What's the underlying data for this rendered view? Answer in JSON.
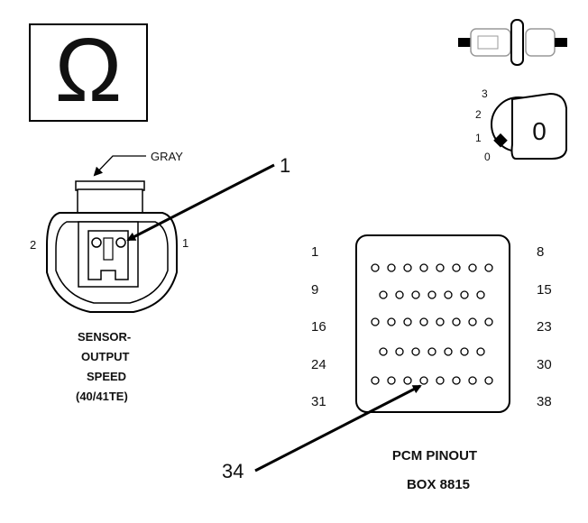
{
  "meter": {
    "symbol": "Ω"
  },
  "key_switch": {
    "positions": [
      "3",
      "2",
      "1",
      "0"
    ],
    "key_label": "0"
  },
  "sensor": {
    "wire_color": "GRAY",
    "pin_left": "2",
    "pin_right": "1",
    "title_lines": [
      "SENSOR-",
      "OUTPUT",
      "SPEED",
      "(40/41TE)"
    ]
  },
  "callouts": {
    "sensor_pin": "1",
    "pcm_pin": "34"
  },
  "pcm": {
    "row_start_labels": [
      "1",
      "9",
      "16",
      "24",
      "31"
    ],
    "row_end_labels": [
      "8",
      "15",
      "23",
      "30",
      "38"
    ],
    "row_pin_counts": [
      8,
      7,
      8,
      7,
      8
    ],
    "title": "PCM PINOUT",
    "subtitle": "BOX 8815"
  }
}
